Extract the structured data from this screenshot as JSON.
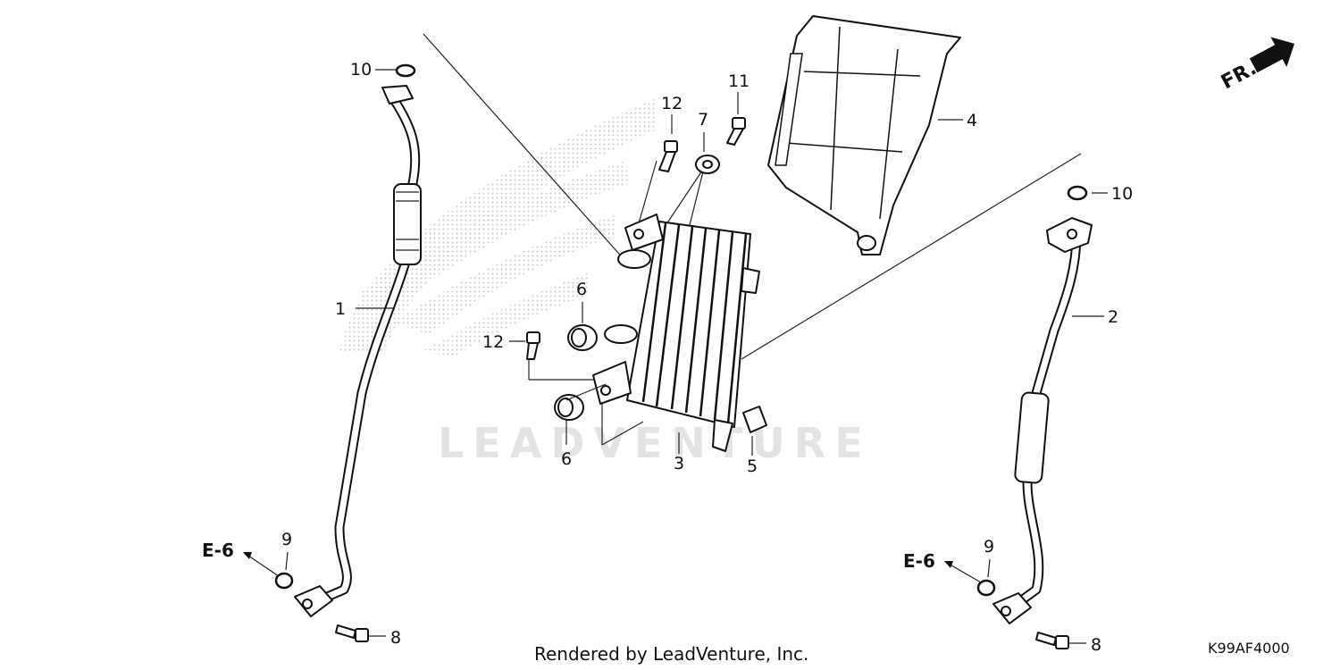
{
  "watermark": "LEADVENTURE",
  "footer": {
    "rendered_by": "Rendered by LeadVenture, Inc.",
    "diagram_code": "K99AF4000"
  },
  "direction_marker": {
    "label": "FR."
  },
  "references": {
    "left": "E-6",
    "right": "E-6"
  },
  "callouts": {
    "left_pipe": "1",
    "right_pipe": "2",
    "oil_cooler": "3",
    "cooler_cover": "4",
    "clip": "5",
    "grommet_top": "6",
    "grommet_bottom": "6",
    "collar": "7",
    "bolt_left": "8",
    "bolt_right": "8",
    "washer_left": "9",
    "washer_right": "9",
    "oring_left": "10",
    "oring_right": "10",
    "bolt_11": "11",
    "bolt_12_top": "12",
    "bolt_12_mid": "12"
  }
}
